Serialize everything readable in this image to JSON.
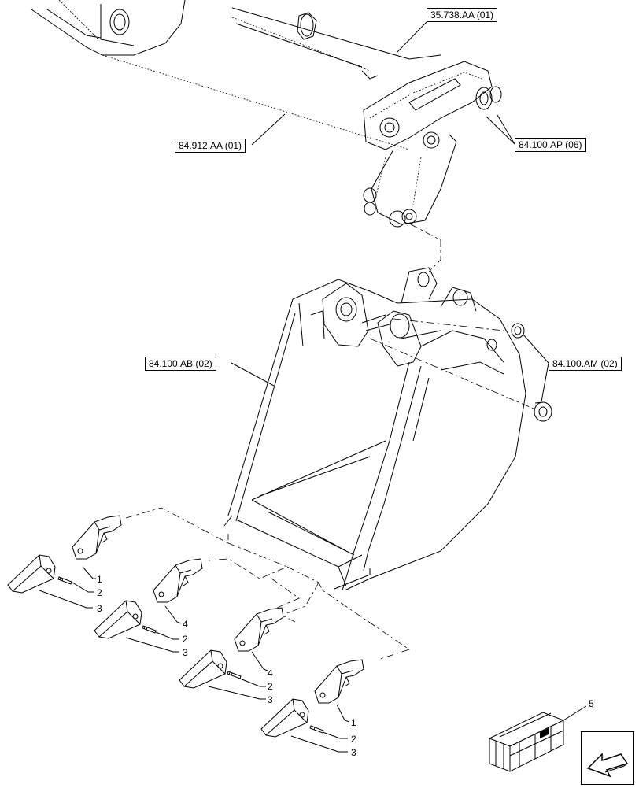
{
  "references": {
    "ref_35738": "35.738.AA (01)",
    "ref_84912": "84.912.AA (01)",
    "ref_84100ap": "84.100.AP (06)",
    "ref_84100ab": "84.100.AB (02)",
    "ref_84100am": "84.100.AM (02)"
  },
  "callouts": {
    "set1": [
      "1",
      "2",
      "3"
    ],
    "set2": [
      "4",
      "2",
      "3"
    ],
    "set3": [
      "4",
      "2",
      "3"
    ],
    "set4": [
      "1",
      "2",
      "3"
    ],
    "kit": "5"
  },
  "icons": {
    "kit_box": "crate-icon",
    "navigation": "arrow-icon"
  }
}
